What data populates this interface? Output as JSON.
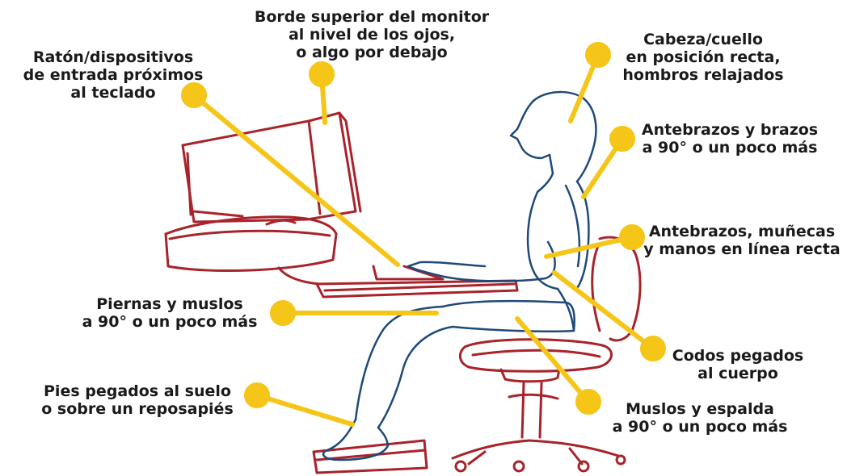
{
  "colors": {
    "furniture": "#a8232a",
    "body": "#1e4a78",
    "callout": "#f5c518",
    "text": "#1a1a1a"
  },
  "callouts": {
    "monitor": [
      "Borde superior del monitor",
      "al nivel de los ojos,",
      "o algo por debajo"
    ],
    "mouse": [
      "Ratón/dispositivos",
      "de entrada próximos",
      "al teclado"
    ],
    "head": [
      "Cabeza/cuello",
      "en posición recta,",
      "hombros relajados"
    ],
    "arms": [
      "Antebrazos y brazos",
      "a 90° o un poco más"
    ],
    "wrists": [
      "Antebrazos, muñecas",
      "y manos en línea recta"
    ],
    "legs": [
      "Piernas y muslos",
      "a 90° o un poco más"
    ],
    "elbows": [
      "Codos pegados",
      "al cuerpo"
    ],
    "feet": [
      "Pies pegados al suelo",
      "o sobre un reposapiés"
    ],
    "thighs": [
      "Muslos y espalda",
      "a 90° o un poco más"
    ]
  }
}
